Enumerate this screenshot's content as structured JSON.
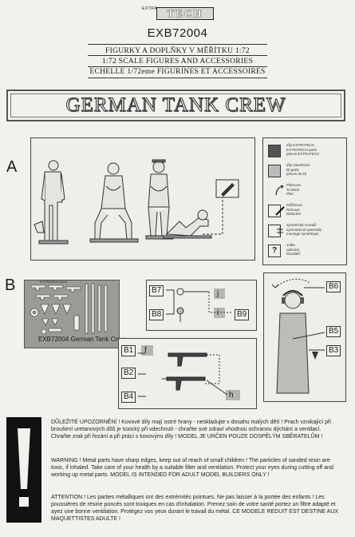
{
  "header": {
    "logo_small": "EXTRA",
    "logo_big": "TECH",
    "code": "EXB72004"
  },
  "subtitles": {
    "czech": "FIGURKY A DOPLŇKY V MĚŘÍTKU 1:72",
    "english": "1:72 SCALE FIGURES AND ACCESSORIES",
    "french": "ECHELLE 1/72eme FIGURINES ET ACCESSOIRES"
  },
  "title": "GERMAN TANK CREW",
  "sections": {
    "a": "A",
    "b": "B"
  },
  "legend": [
    {
      "icon": "part-icon",
      "symbol": "",
      "text": "díly EXTRATECH\nEXTRATECH parts\npièces EXTRATECH"
    },
    {
      "icon": "kit-part-icon",
      "symbol": "",
      "text": "díly stavebnice\nkit parts\npièces du kit"
    },
    {
      "icon": "bend-icon",
      "symbol": "",
      "text": "Plannour\nTo bend\nPlier"
    },
    {
      "icon": "remove-icon",
      "symbol": "",
      "text": "Odříznout\nRemove\nDétacher"
    },
    {
      "icon": "symmetric-icon",
      "symbol": "",
      "text": "symetrická montáž\nsymmetrical assembly\nmontage symétrique"
    },
    {
      "icon": "optional-icon",
      "symbol": "?",
      "text": "volba\noptional\nfacultatif"
    }
  ],
  "fret": {
    "small_code": "EXTRATECH 2003",
    "label": "EXB72004  German Tank Crew"
  },
  "parts_b1": {
    "b7": "B7",
    "b8": "B8",
    "b9": "B9",
    "j": "j",
    "i": "i"
  },
  "parts_b2": {
    "b1": "B1",
    "b2": "B2",
    "b4": "B4",
    "f": "f",
    "h": "h"
  },
  "parts_b3": {
    "b6": "B6",
    "b5": "B5",
    "b3": "B3"
  },
  "warnings": {
    "czech": "DŮLEŽITÉ UPOZORNĚNÍ ! Kovové díly mají ostré hrany - neskladujte v dosahu malých dětí ! Prach vznikající při broušení uretanových dílů je toxický při vdechnutí - chraňte své zdraví vhodnou ochranou dýchání a ventilací. Chraňte zrak při řezání a při práci s kovovými díly ! MODEL JE URČEN POUZE DOSPĚLÝM SBĚRATELŮM !",
    "english": "WARNING ! Metal parts have sharp edges, keep out of reach of small children ! The particles of sanded resin are toxic, if inhaled. Take care of your health by a suitable filter and ventilation. Protect your eyes during cutting off and working up metal parts. MODEL IS INTENDED FOR ADULT MODEL BUILDERS ONLY !",
    "french": "ATTENTION ! Les parties métalliques ont des extrémités pointues. Ne pas laisser à la portée des enfants ! Les poussières de résine poncés sont toxiques en cas d'inhalation. Prenez soin de votre santé portez un filtre adapté et ayez une bonne ventilation. Protégez vos yeux durant le travail du métal. CE MODELE REDUIT EST DESTINE AUX MAQUETTISTES ADULTE !"
  },
  "warning_symbol": "!"
}
